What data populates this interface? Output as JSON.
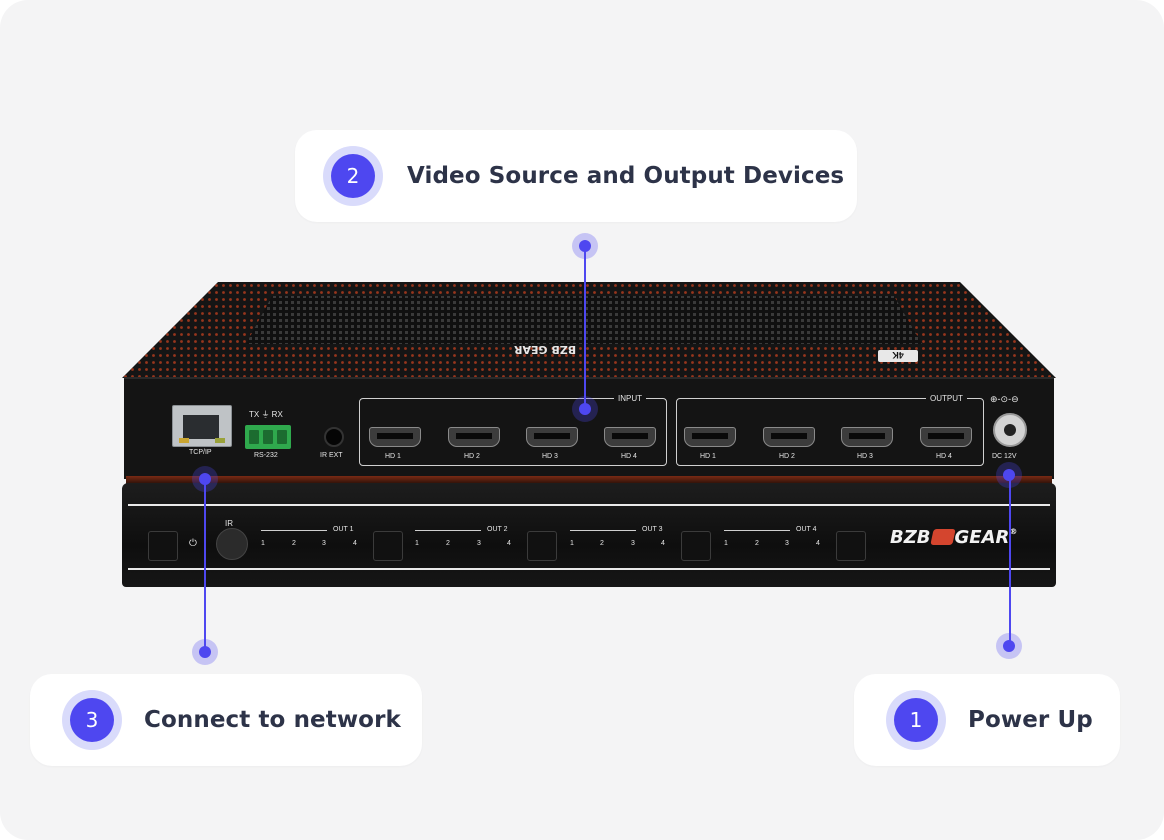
{
  "callouts": {
    "video": {
      "number": "2",
      "label": "Video Source and Output Devices"
    },
    "network": {
      "number": "3",
      "label": "Connect to network"
    },
    "power": {
      "number": "1",
      "label": "Power Up"
    }
  },
  "colors": {
    "accent": "#4e47f0",
    "background": "#f4f4f5",
    "card": "#ffffff",
    "text": "#2d3348"
  },
  "device": {
    "brand": "BZB GEAR",
    "rear_panel": {
      "tcpip_label": "TCP/IP",
      "rs232_pins": "TX ⏚ RX",
      "rs232_label": "RS-232",
      "ir_ext_label": "IR EXT",
      "input_label": "INPUT",
      "output_label": "OUTPUT",
      "inputs": [
        "HD 1",
        "HD 2",
        "HD 3",
        "HD 4"
      ],
      "outputs": [
        "HD 1",
        "HD 2",
        "HD 3",
        "HD 4"
      ],
      "power_symbol": "⊕-⊙-⊖",
      "power_label": "DC 12V"
    },
    "front_panel": {
      "power_icon": "⏻",
      "ir_label": "IR",
      "outputs": [
        {
          "label": "OUT 1",
          "numbers": [
            "1",
            "2",
            "3",
            "4"
          ]
        },
        {
          "label": "OUT 2",
          "numbers": [
            "1",
            "2",
            "3",
            "4"
          ]
        },
        {
          "label": "OUT 3",
          "numbers": [
            "1",
            "2",
            "3",
            "4"
          ]
        },
        {
          "label": "OUT 4",
          "numbers": [
            "1",
            "2",
            "3",
            "4"
          ]
        }
      ],
      "logo_left": "BZB",
      "logo_right": "GEAR",
      "registered": "®"
    },
    "top_logo": "BZB GEAR",
    "top_badge": "4K"
  }
}
